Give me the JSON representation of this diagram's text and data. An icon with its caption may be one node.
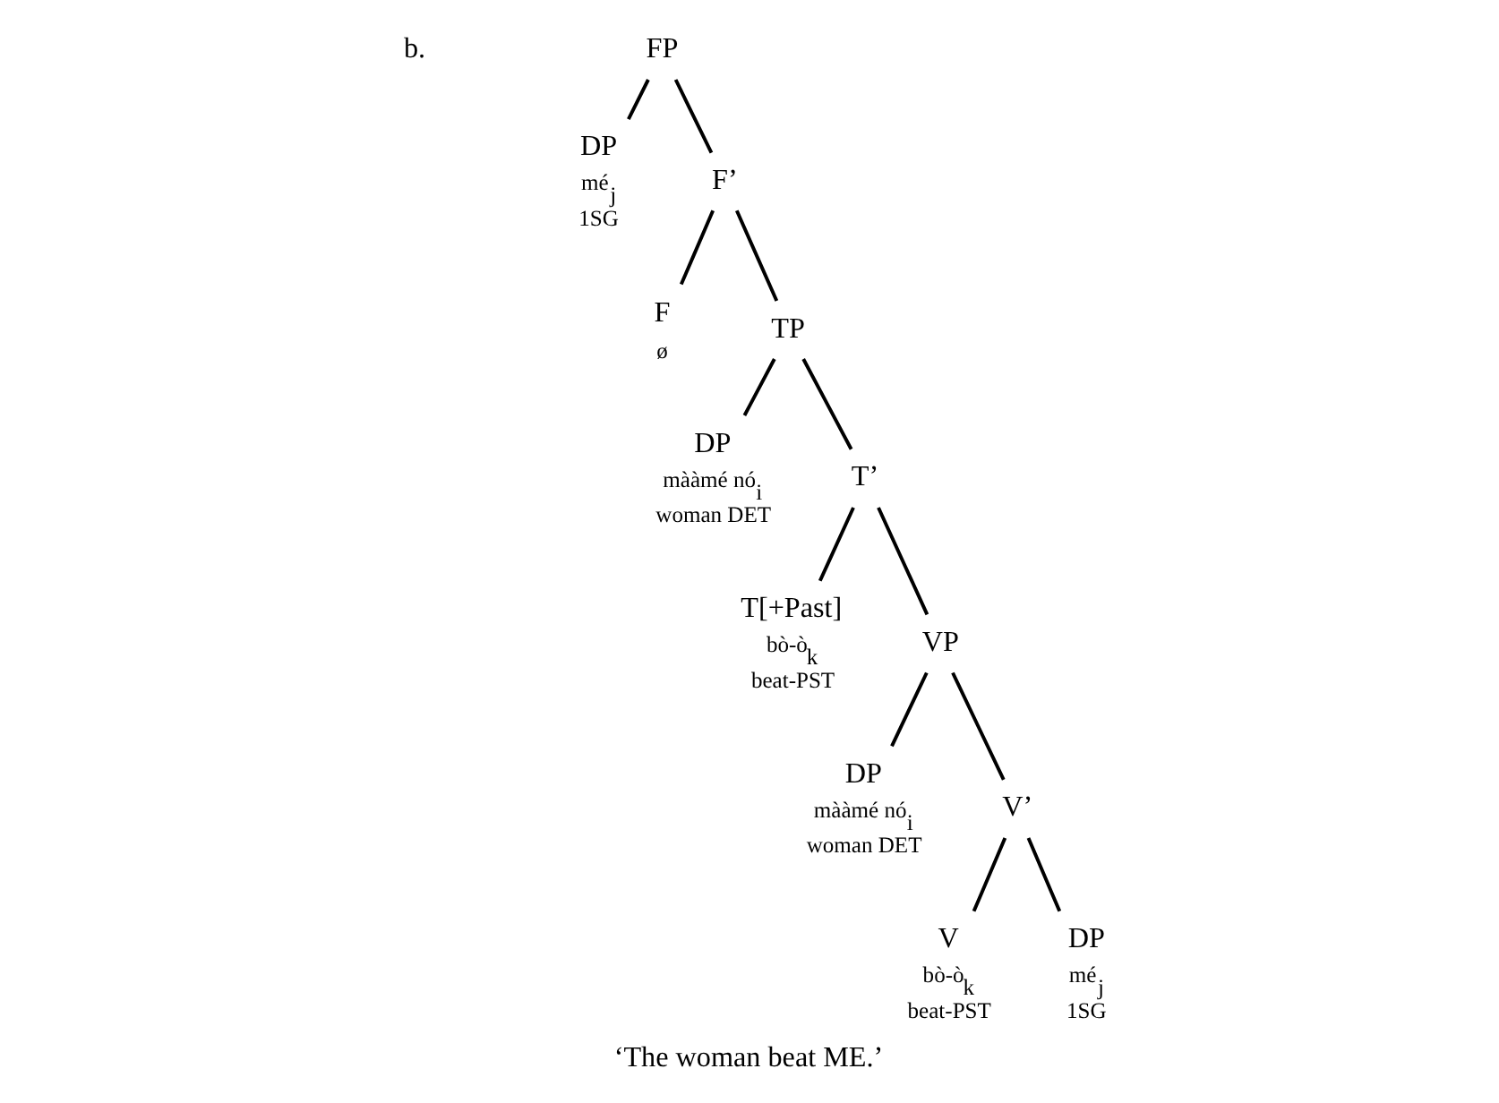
{
  "diagram": {
    "caption": "‘The woman beat ME.’",
    "nodes": [
      {
        "text": [
          "FP"
        ]
      },
      {
        "text": [
          "DP"
        ],
        "beside": [
          "mé$_{j}$",
          "1SG"
        ]
      },
      {
        "text": [
          "F’"
        ]
      },
      {
        "text": [
          "F"
        ],
        "beside": [
          "ø"
        ]
      },
      {
        "text": [
          "TP"
        ]
      },
      {
        "text": [
          "DP"
        ],
        "beside": [
          "mààmé nó$_{i}$",
          "woman DET"
        ]
      },
      {
        "text": [
          "T’"
        ]
      },
      {
        "text": [
          "T[+Past]"
        ],
        "beside": [
          "bò-ò$_{k}$",
          "beat-PST"
        ]
      },
      {
        "text": [
          "VP"
        ]
      },
      {
        "text": [
          "DP"
        ],
        "beside": [
          "mààmé nó$_{i}$",
          "woman DET"
        ]
      },
      {
        "text": [
          "V’"
        ]
      },
      {
        "text": [
          "V"
        ],
        "beside": [
          "bò-ò$_{k}$",
          "beat-PST"
        ]
      },
      {
        "text": [
          "DP"
        ],
        "beside": [
          "mé$_{j}$",
          "1SG"
        ]
      }
    ],
    "edges": [
      {
        "from": 0,
        "to": 1,
        "arrow": "none"
      },
      {
        "from": 0,
        "to": 2,
        "arrow": "none"
      },
      {
        "from": 2,
        "to": 3,
        "arrow": "none"
      },
      {
        "from": 2,
        "to": 4,
        "arrow": "none"
      },
      {
        "from": 4,
        "to": 5,
        "arrow": "none"
      },
      {
        "from": 4,
        "to": 6,
        "arrow": "none"
      },
      {
        "from": 6,
        "to": 7,
        "arrow": "none"
      },
      {
        "from": 6,
        "to": 8,
        "arrow": "none"
      },
      {
        "from": 8,
        "to": 9,
        "arrow": "none"
      },
      {
        "from": 8,
        "to": 10,
        "arrow": "none"
      },
      {
        "from": 10,
        "to": 11,
        "arrow": "none"
      },
      {
        "from": 10,
        "to": 12,
        "arrow": "none"
      }
    ],
    "labels": [
      "b."
    ]
  }
}
